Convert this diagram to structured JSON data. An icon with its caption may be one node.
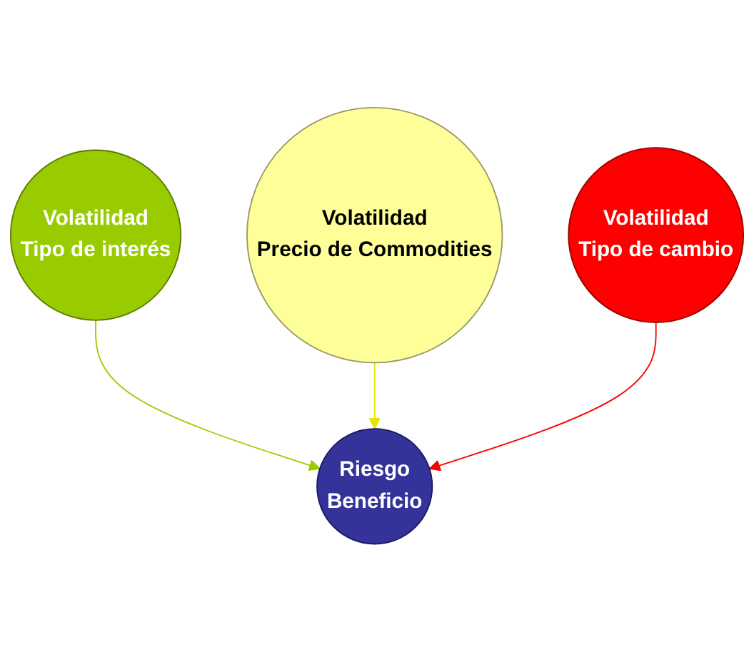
{
  "diagram": {
    "nodes": [
      {
        "text": [
          "Volatilidad",
          "Tipo de interés"
        ]
      },
      {
        "text": [
          "Volatilidad",
          "Precio de Commodities"
        ]
      },
      {
        "text": [
          "Riesgo",
          "Beneficio"
        ]
      },
      {
        "text": [
          "Volatilidad",
          "Tipo de cambio"
        ]
      }
    ],
    "edges": [
      {
        "from": 0,
        "to": 2,
        "arrow": "to",
        "color": "#99cc00"
      },
      {
        "from": 1,
        "to": 2,
        "arrow": "to",
        "color": "#e6e600"
      },
      {
        "from": 3,
        "to": 2,
        "arrow": "to",
        "color": "#ff0000"
      }
    ]
  }
}
